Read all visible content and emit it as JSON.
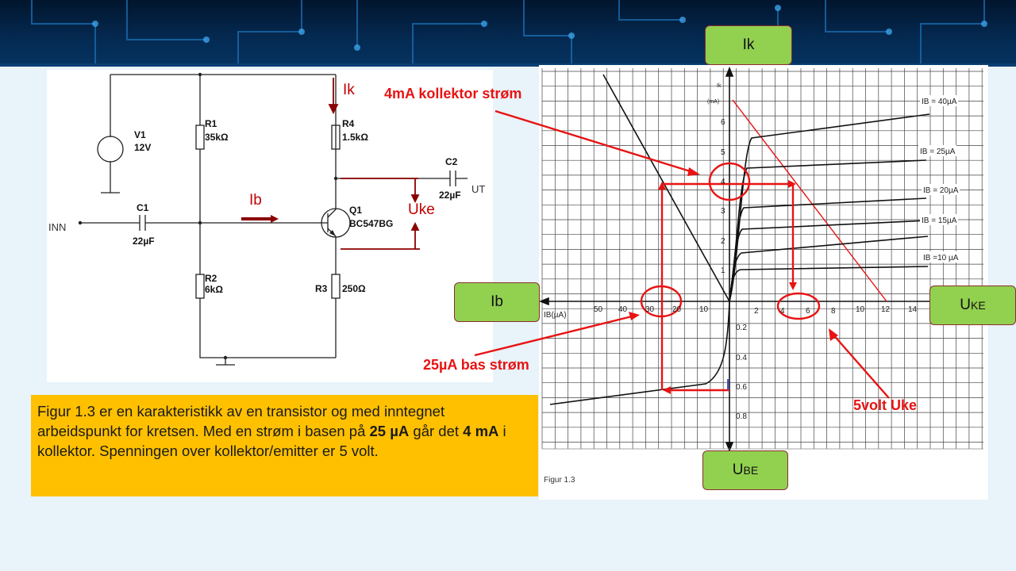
{
  "circuit": {
    "v1": {
      "name": "V1",
      "value": "12V"
    },
    "r1": {
      "name": "R1",
      "value": "35kΩ"
    },
    "r2": {
      "name": "R2",
      "value": "6kΩ"
    },
    "r3": {
      "name": "R3",
      "value": "250Ω"
    },
    "r4": {
      "name": "R4",
      "value": "1.5kΩ"
    },
    "c1": {
      "name": "C1",
      "value": "22µF"
    },
    "c2": {
      "name": "C2",
      "value": "22µF"
    },
    "q1": {
      "name": "Q1",
      "value": "BC547BG"
    },
    "inn": "INN",
    "ut": "UT",
    "ik": "Ik",
    "ib": "Ib",
    "uke": "Uke"
  },
  "caption": {
    "p1": "Figur 1.3 er en karakteristikk av en transistor og med inntegnet arbeidspunkt for kretsen. Med en strøm i basen på ",
    "b1": "25 µA",
    "p2": " går det ",
    "b2": "4 mA",
    "p3": " i kollektor. Spenningen over kollektor/emitter er 5 volt."
  },
  "boxes": {
    "ik": "Ik",
    "ib": "Ib",
    "uke_main": "U",
    "uke_sub": "KE",
    "ube_main": "U",
    "ube_sub": "BE"
  },
  "annotations": {
    "collector_current": "4mA kollektor strøm",
    "base_current": "25µA bas strøm",
    "uke_volts": "5volt Uke"
  },
  "figure_label": "Figur 1.3",
  "chart_labels": {
    "ik_axis": "Ik",
    "ik_unit": "(mA)",
    "ib_axis": "IB(µA)",
    "curves": [
      "IB = 40µA",
      "IB = 25µA",
      "IB = 20µA",
      "IB = 15µA",
      "IB =10 µA"
    ],
    "uce_ticks": [
      "2",
      "4",
      "6",
      "8",
      "10",
      "12",
      "14"
    ],
    "ib_ticks": [
      "50",
      "40",
      "30",
      "20",
      "10"
    ],
    "ic_ticks": [
      "1",
      "2",
      "3",
      "4",
      "5",
      "6"
    ],
    "ube_ticks": [
      "0.2",
      "0.4",
      "0.6",
      "0.8"
    ]
  },
  "colors": {
    "banner": "#042a52",
    "caption_bg": "#ffc000",
    "box_green": "#92d050",
    "annotation_red": "#e81313",
    "circuit_red": "#c00000"
  }
}
